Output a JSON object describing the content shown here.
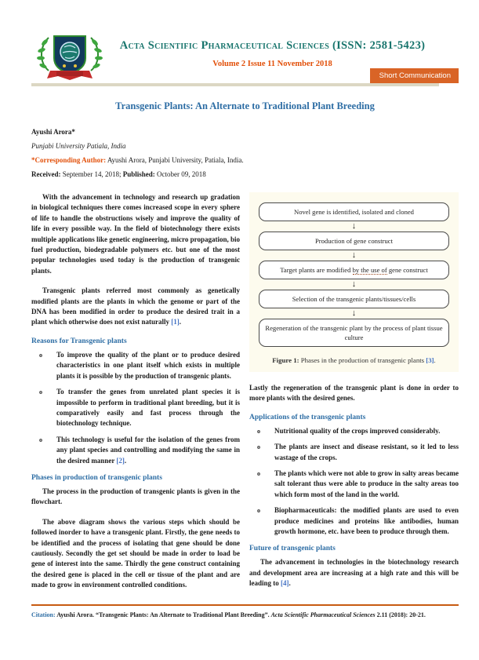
{
  "colors": {
    "teal": "#17746C",
    "accent_orange": "#E2500A",
    "badge_orange": "#D96426",
    "title_blue": "#2D6DA4",
    "link_blue": "#4472C4",
    "rule_beige": "#DCD7C3",
    "panel_cream": "#FDFBEE",
    "footer_rule_orange": "#C75B12"
  },
  "icons": {
    "bullet_marker": "o",
    "arrow_down": "↓",
    "logo": "journal-shield-logo"
  },
  "header": {
    "journal_title": "Acta Scientific Pharmaceutical Sciences (ISSN: 2581-5423)",
    "volume_line": "Volume 2 Issue 11 November 2018",
    "badge_label": "Short Communication"
  },
  "article": {
    "title": "Transgenic Plants: An Alternate to Traditional Plant Breeding",
    "author": "Ayushi Arora*",
    "affiliation": "Punjabi University Patiala, India",
    "corresponding_label": "*Corresponding Author:",
    "corresponding_text": " Ayushi Arora, Punjabi University, Patiala, India.",
    "received_label": "Received:",
    "received_value": " September 14, 2018; ",
    "published_label": "Published:",
    "published_value": " October 09, 2018"
  },
  "left": {
    "para1": "With the advancement in technology and research up gradation in biological techniques there comes increased scope in every sphere of life to handle the obstructions wisely and improve the quality of life in every possible way. In the field of biotechnology there exists multiple applications like genetic engineering, micro propagation, bio fuel production, biodegradable polymers etc. but one of the most popular technologies used today is the production of transgenic plants.",
    "para2_text": "Transgenic plants referred most commonly as genetically modified plants are the plants in which the genome or part of the DNA has been modified in order to produce the desired trait in a plant which otherwise does not exist naturally ",
    "para2_ref": "[1]",
    "para2_after": ".",
    "reasons_heading": "Reasons for Transgenic plants",
    "reasons_bullets": [
      {
        "text": "To improve the quality of the plant or to produce desired characteristics in one plant itself which exists in multiple plants it is possible by the production of transgenic plants.",
        "ref": "",
        "after": ""
      },
      {
        "text": "To transfer the genes from unrelated plant species it is impossible to perform in traditional plant breeding, but it is comparatively easily and fast process through the biotechnology technique.",
        "ref": "",
        "after": ""
      },
      {
        "text": "This technology is useful for the isolation of the genes from any plant species and controlling and modifying the same in the desired manner ",
        "ref": "[2]",
        "after": "."
      }
    ],
    "phases_heading": "Phases in production of transgenic plants",
    "para3": "The process in the production of transgenic plants is given in the flowchart.",
    "para4": "The above diagram shows the various steps which should be followed inorder to have a transgenic plant. Firstly, the gene needs to be identified and the process of isolating that gene should be done cautiously. Secondly the get set should be made in order to load be gene of interest into the same. Thirdly the gene construct containing the desired gene is placed in the cell or tissue of the plant and are made to grow in environment controlled conditions."
  },
  "figure": {
    "box1": "Novel gene is identified, isolated and cloned",
    "box2": "Production of gene construct",
    "box3_pre": "Target plants are modified ",
    "box3_underlined": "by the use of",
    "box3_post": " gene construct",
    "box4": "Selection of the transgenic plants/tissues/cells",
    "box5": "Regeneration of the transgenic plant by the process of plant tissue culture",
    "caption_label": "Figure 1:",
    "caption_text": " Phases in the production of transgenic plants ",
    "caption_ref": "[3]",
    "caption_after": "."
  },
  "right": {
    "para_lastly": "Lastly the regeneration of the transgenic plant is done in order to more plants with the desired genes.",
    "applications_heading": "Applications of the transgenic plants",
    "application_bullets": [
      {
        "text": "Nutritional quality of the crops improved considerably."
      },
      {
        "text": "The plants are insect and disease resistant, so it led to less wastage of the crops."
      },
      {
        "text": "The plants which were not able to grow in salty areas became salt tolerant thus were able to produce in the salty areas too which form most of the land in the world."
      },
      {
        "text": "Biopharmaceuticals: the modified plants are used to even produce medicines and proteins like antibodies, human growth hormone, etc. have been to produce through them."
      }
    ],
    "future_heading": "Future of transgenic plants",
    "future_text": "The advancement in technologies in the biotechnology research and development area are increasing at a high rate and this will be leading to ",
    "future_ref": "[4]",
    "future_after": "."
  },
  "footer": {
    "citation_label": "Citation:",
    "citation_text": " Ayushi Arora. “Transgenic Plants: An Alternate to Traditional Plant Breeding”. ",
    "citation_journal": "Acta Scientific Pharmaceutical Sciences",
    "citation_after": " 2.11 (2018): 20-21."
  }
}
